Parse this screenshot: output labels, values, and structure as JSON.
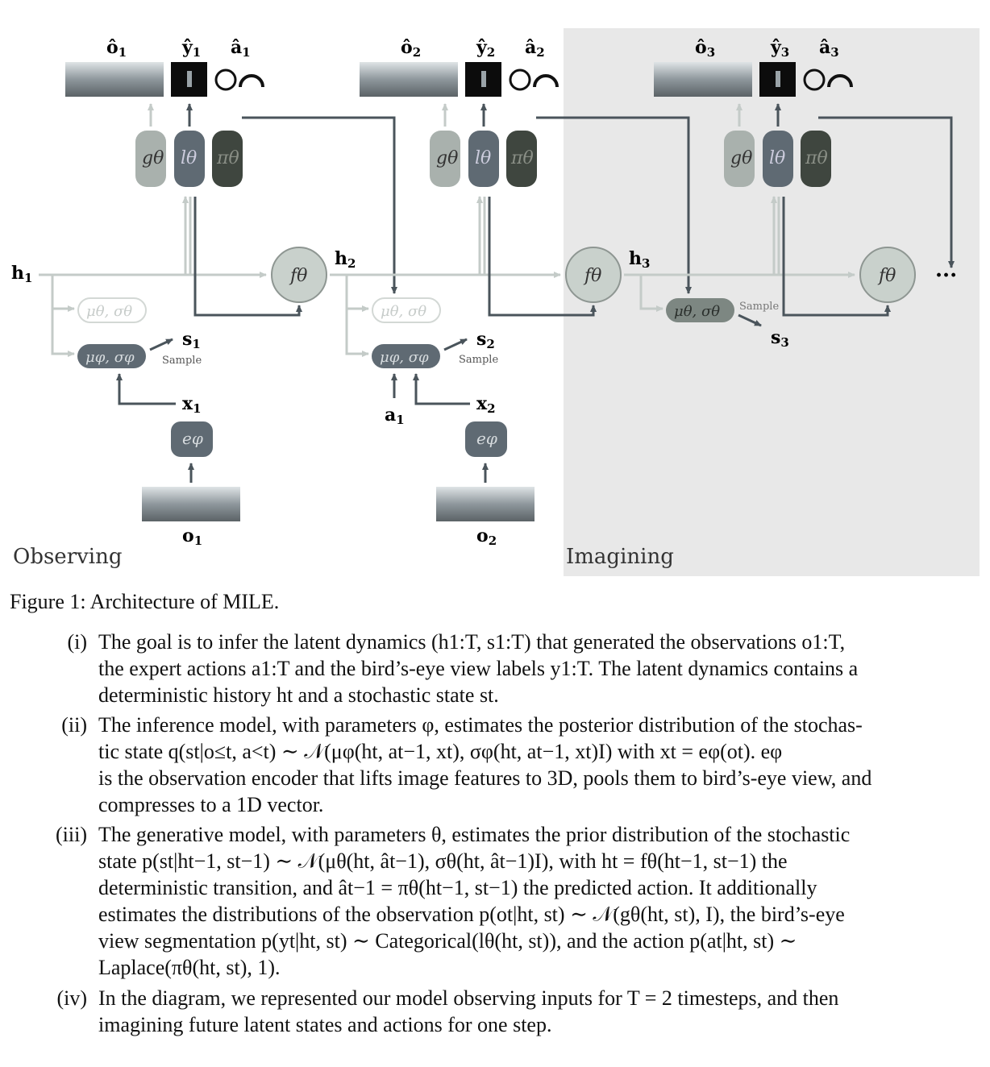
{
  "diagram": {
    "region_observing": "Observing",
    "region_imagining": "Imagining",
    "steps": [
      {
        "o_hat": "ô",
        "o_hat_sub": "1",
        "y_hat": "ŷ",
        "y_hat_sub": "1",
        "a_hat": "â",
        "a_hat_sub": "1",
        "h": "h",
        "h_sub": "1",
        "s": "s",
        "s_sub": "1",
        "x": "x",
        "x_sub": "1",
        "o": "o",
        "o_sub": "1"
      },
      {
        "o_hat": "ô",
        "o_hat_sub": "2",
        "y_hat": "ŷ",
        "y_hat_sub": "2",
        "a_hat": "â",
        "a_hat_sub": "2",
        "h": "h",
        "h_sub": "2",
        "s": "s",
        "s_sub": "2",
        "x": "x",
        "x_sub": "2",
        "o": "o",
        "o_sub": "2",
        "a": "a",
        "a_sub": "1"
      },
      {
        "o_hat": "ô",
        "o_hat_sub": "3",
        "y_hat": "ŷ",
        "y_hat_sub": "3",
        "a_hat": "â",
        "a_hat_sub": "3",
        "h": "h",
        "h_sub": "3",
        "s": "s",
        "s_sub": "3"
      }
    ],
    "g_label": "gθ",
    "l_label": "lθ",
    "pi_label": "πθ",
    "f_label": "fθ",
    "e_label": "eφ",
    "prior_label": "μθ, σθ",
    "posterior_label": "μφ, σφ",
    "sample_label": "Sample",
    "ellipsis": "···",
    "colors": {
      "imagining_bg": "#e8e8e8",
      "dark_node": "#5f6a73",
      "light_node": "#a9b1ad",
      "policy_node": "#3f463f",
      "f_node": "#c9d1cc",
      "light_arrow": "#c4cbc8",
      "dark_arrow": "#4a545b"
    }
  },
  "caption": "Figure 1: Architecture of MILE.",
  "items": [
    {
      "num": "(i)",
      "lines": [
        "The goal is to infer the latent dynamics (h1:T, s1:T) that generated the observations o1:T,",
        "the expert actions a1:T and the bird’s-eye view labels y1:T. The latent dynamics contains a",
        "deterministic history ht and a stochastic state st."
      ]
    },
    {
      "num": "(ii)",
      "lines": [
        "The inference model, with parameters φ, estimates the posterior distribution of the stochas-",
        "tic state q(st|o≤t, a<t) ∼ 𝒩(μφ(ht, at−1, xt), σφ(ht, at−1, xt)I) with xt = eφ(ot). eφ",
        "is the observation encoder that lifts image features to 3D, pools them to bird’s-eye view, and",
        "compresses to a 1D vector."
      ]
    },
    {
      "num": "(iii)",
      "lines": [
        "The generative model, with parameters θ, estimates the prior distribution of the stochastic",
        "state p(st|ht−1, st−1) ∼ 𝒩(μθ(ht, ât−1), σθ(ht, ât−1)I), with ht = fθ(ht−1, st−1) the",
        "deterministic transition, and ât−1 = πθ(ht−1, st−1) the predicted action. It additionally",
        "estimates the distributions of the observation p(ot|ht, st) ∼ 𝒩(gθ(ht, st), I), the bird’s-eye",
        "view segmentation p(yt|ht, st) ∼ Categorical(lθ(ht, st)), and the action p(at|ht, st) ∼",
        "Laplace(πθ(ht, st), 1)."
      ]
    },
    {
      "num": "(iv)",
      "lines": [
        "In the diagram, we represented our model observing inputs for T = 2 timesteps, and then",
        "imagining future latent states and actions for one step."
      ]
    }
  ]
}
